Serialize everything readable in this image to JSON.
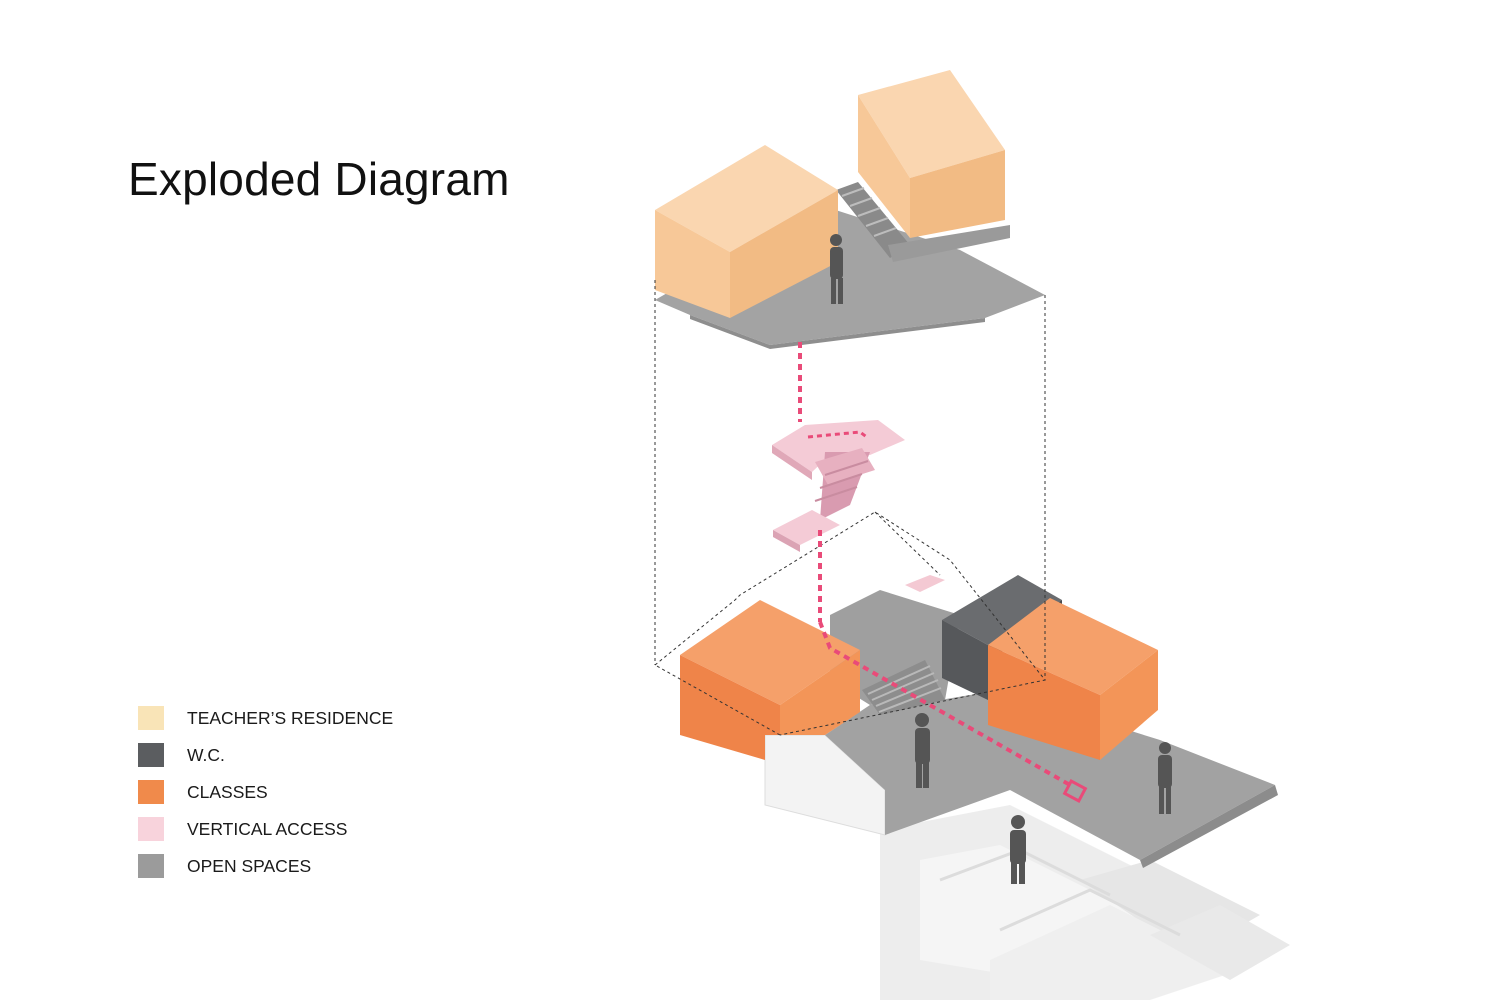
{
  "title": "Exploded Diagram",
  "legend": [
    {
      "label": "TEACHER’S RESIDENCE",
      "color": "#f9e4b7"
    },
    {
      "label": "W.C.",
      "color": "#5b5d60"
    },
    {
      "label": "CLASSES",
      "color": "#f08a4b"
    },
    {
      "label": "VERTICAL ACCESS",
      "color": "#f8d3dc"
    },
    {
      "label": "OPEN SPACES",
      "color": "#9b9b9b"
    }
  ],
  "colors": {
    "residence_front": "#f7c898",
    "residence_side": "#f2bb84",
    "residence_top": "#fad6b0",
    "class_front": "#ef8449",
    "class_side": "#f39558",
    "class_top": "#f5a06a",
    "wc_front": "#56585b",
    "wc_side": "#46484b",
    "wc_top": "#6a6c6f",
    "stair": "#e8b4c2",
    "stair_top": "#f4cbd6",
    "open_floor": "#9c9c9c",
    "open_floor_light": "#b3b3b3",
    "access_line": "#e94b79"
  }
}
